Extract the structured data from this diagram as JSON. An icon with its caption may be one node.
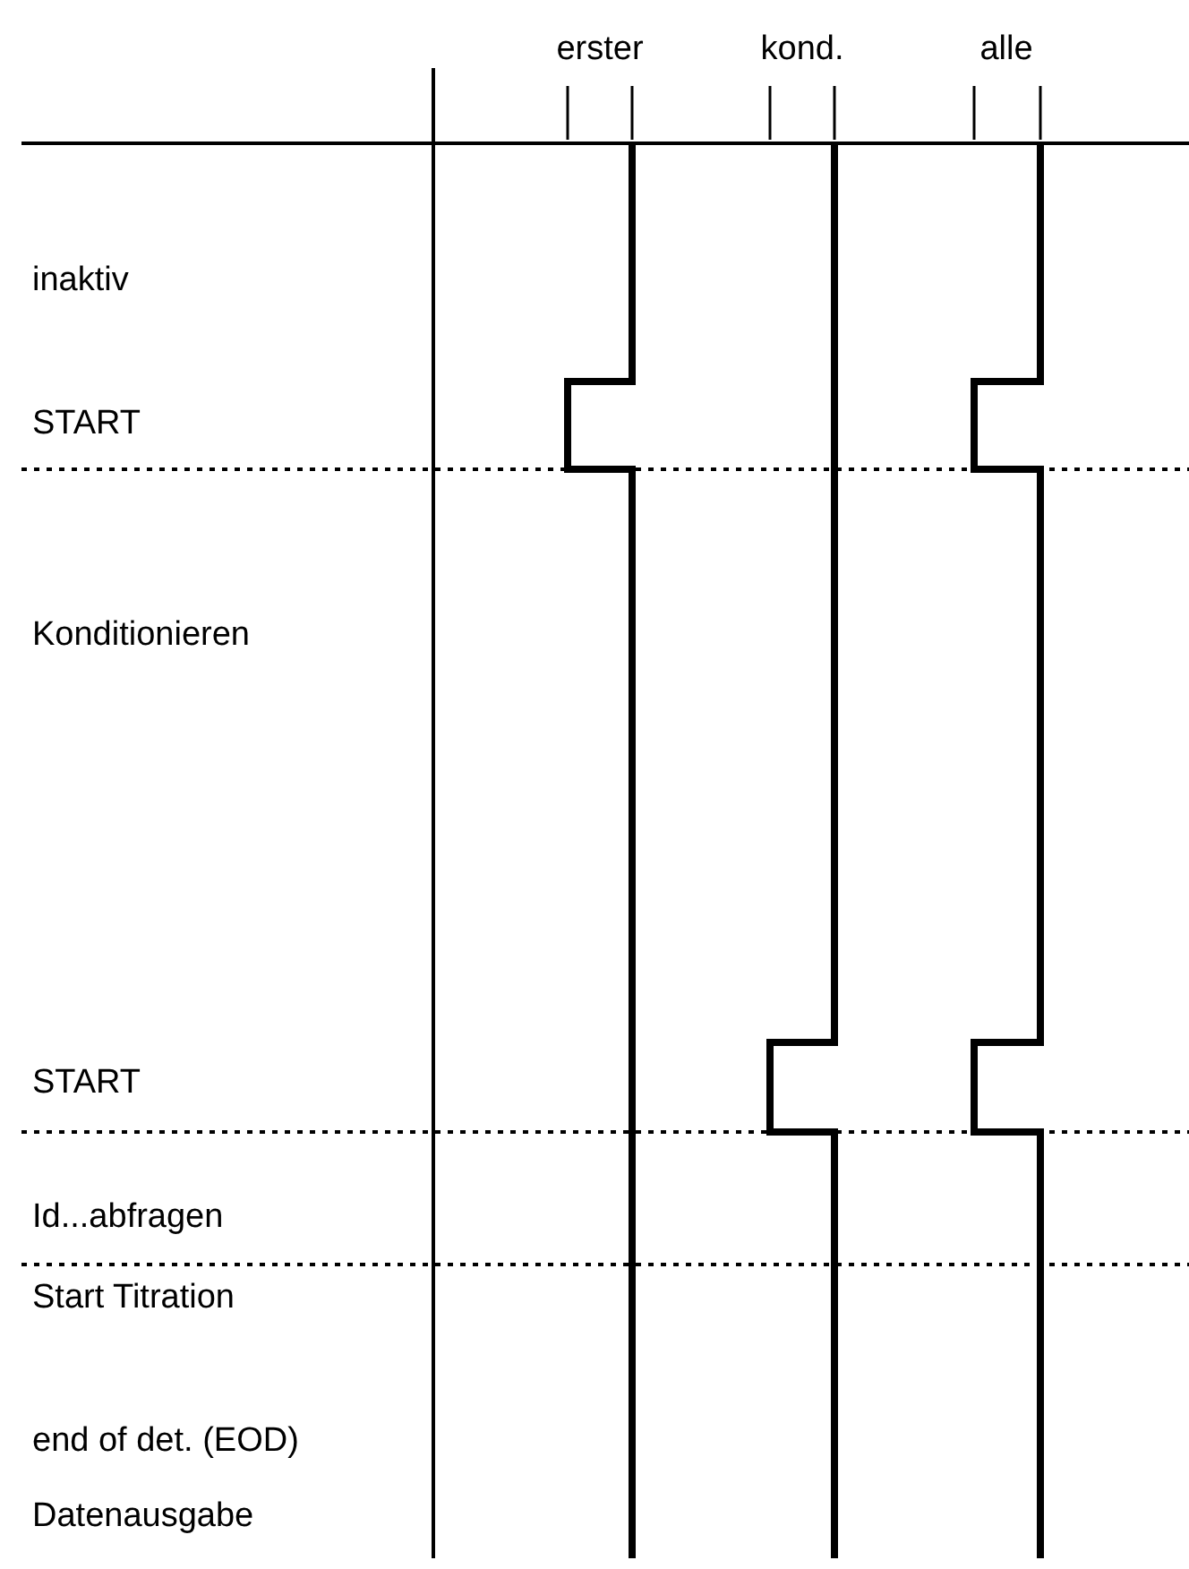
{
  "diagram": {
    "labels": [
      "erster",
      "kond.",
      "alle",
      "inaktiv",
      "START",
      "Konditionieren",
      "START",
      "Id...abfragen",
      "Start Titration",
      "end of det. (EOD)",
      "Datenausgabe"
    ]
  }
}
